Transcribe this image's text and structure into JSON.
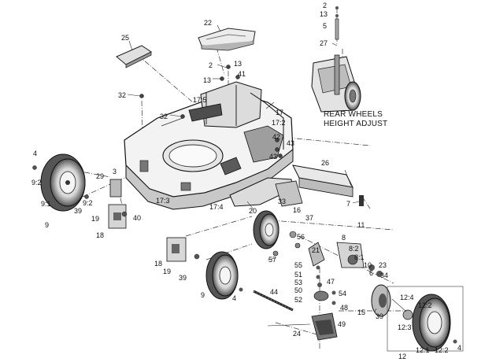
{
  "caption": {
    "line1": "REAR WHEELS",
    "line2": "HEIGHT ADJUST"
  },
  "callouts": [
    {
      "id": "c1",
      "text": "2"
    },
    {
      "id": "c2",
      "text": "13"
    },
    {
      "id": "c3",
      "text": "5"
    },
    {
      "id": "c4",
      "text": "27"
    },
    {
      "id": "c5",
      "text": "22"
    },
    {
      "id": "c6",
      "text": "25"
    },
    {
      "id": "c7",
      "text": "2"
    },
    {
      "id": "c8",
      "text": "13"
    },
    {
      "id": "c9",
      "text": "41"
    },
    {
      "id": "c10",
      "text": "13"
    },
    {
      "id": "c11",
      "text": "32"
    },
    {
      "id": "c12",
      "text": "17:5"
    },
    {
      "id": "c13",
      "text": "32"
    },
    {
      "id": "c14",
      "text": "17"
    },
    {
      "id": "c15",
      "text": "17:2"
    },
    {
      "id": "c16",
      "text": "42"
    },
    {
      "id": "c17",
      "text": "43"
    },
    {
      "id": "c18",
      "text": "43"
    },
    {
      "id": "c19",
      "text": "4"
    },
    {
      "id": "c20",
      "text": "9:2"
    },
    {
      "id": "c21",
      "text": "9:2"
    },
    {
      "id": "c22",
      "text": "9:1"
    },
    {
      "id": "c23",
      "text": "9"
    },
    {
      "id": "c24",
      "text": "29"
    },
    {
      "id": "c25",
      "text": "3"
    },
    {
      "id": "c26",
      "text": "39"
    },
    {
      "id": "c27",
      "text": "19"
    },
    {
      "id": "c28",
      "text": "40"
    },
    {
      "id": "c29",
      "text": "18"
    },
    {
      "id": "c30",
      "text": "17:3"
    },
    {
      "id": "c31",
      "text": "17:4"
    },
    {
      "id": "c32",
      "text": "26"
    },
    {
      "id": "c33",
      "text": "20"
    },
    {
      "id": "c34",
      "text": "33"
    },
    {
      "id": "c35",
      "text": "16"
    },
    {
      "id": "c36",
      "text": "37"
    },
    {
      "id": "c37",
      "text": "7"
    },
    {
      "id": "c38",
      "text": "11"
    },
    {
      "id": "c39",
      "text": "56"
    },
    {
      "id": "c40",
      "text": "8"
    },
    {
      "id": "c41",
      "text": "8:2"
    },
    {
      "id": "c42",
      "text": "8:1"
    },
    {
      "id": "c43",
      "text": "21"
    },
    {
      "id": "c44",
      "text": "10"
    },
    {
      "id": "c45",
      "text": "23"
    },
    {
      "id": "c46",
      "text": "34"
    },
    {
      "id": "c47",
      "text": "6"
    },
    {
      "id": "c48",
      "text": "57"
    },
    {
      "id": "c49",
      "text": "55"
    },
    {
      "id": "c50",
      "text": "51"
    },
    {
      "id": "c51",
      "text": "53"
    },
    {
      "id": "c52",
      "text": "50"
    },
    {
      "id": "c53",
      "text": "52"
    },
    {
      "id": "c54",
      "text": "47"
    },
    {
      "id": "c55",
      "text": "54"
    },
    {
      "id": "c56",
      "text": "48"
    },
    {
      "id": "c57",
      "text": "49"
    },
    {
      "id": "c58",
      "text": "44"
    },
    {
      "id": "c59",
      "text": "24"
    },
    {
      "id": "c60",
      "text": "18"
    },
    {
      "id": "c61",
      "text": "19"
    },
    {
      "id": "c62",
      "text": "39"
    },
    {
      "id": "c63",
      "text": "9"
    },
    {
      "id": "c64",
      "text": "4"
    },
    {
      "id": "c65",
      "text": "15"
    },
    {
      "id": "c66",
      "text": "39"
    },
    {
      "id": "c67",
      "text": "12:4"
    },
    {
      "id": "c68",
      "text": "12:2"
    },
    {
      "id": "c69",
      "text": "12:3"
    },
    {
      "id": "c70",
      "text": "12:1"
    },
    {
      "id": "c71",
      "text": "12:2"
    },
    {
      "id": "c72",
      "text": "12"
    },
    {
      "id": "c73",
      "text": "4"
    }
  ]
}
